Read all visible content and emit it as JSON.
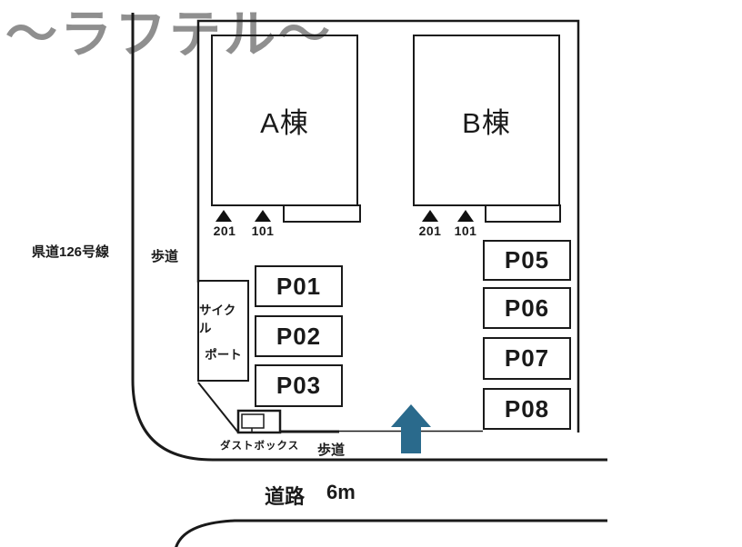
{
  "watermark": "〜ラフテル〜",
  "site": {
    "buildings": [
      {
        "label": "A棟",
        "units": [
          "201",
          "101"
        ]
      },
      {
        "label": "B棟",
        "units": [
          "201",
          "101"
        ]
      }
    ],
    "cycle_port": {
      "line1": "サイクル",
      "line2": "ポート"
    },
    "dust_box_label": "ダストボックス",
    "parking_left": [
      "P01",
      "P02",
      "P03"
    ],
    "parking_right": [
      "P05",
      "P06",
      "P07",
      "P08"
    ]
  },
  "roads": {
    "pref_road": "県道126号線",
    "sidewalk_left": "歩道",
    "sidewalk_bottom": "歩道",
    "road_label": "道路",
    "road_width": "6m"
  },
  "colors": {
    "line": "#1a1a1a",
    "arrow": "#2a6a8c",
    "watermark_gray": "#8f8f8f"
  }
}
